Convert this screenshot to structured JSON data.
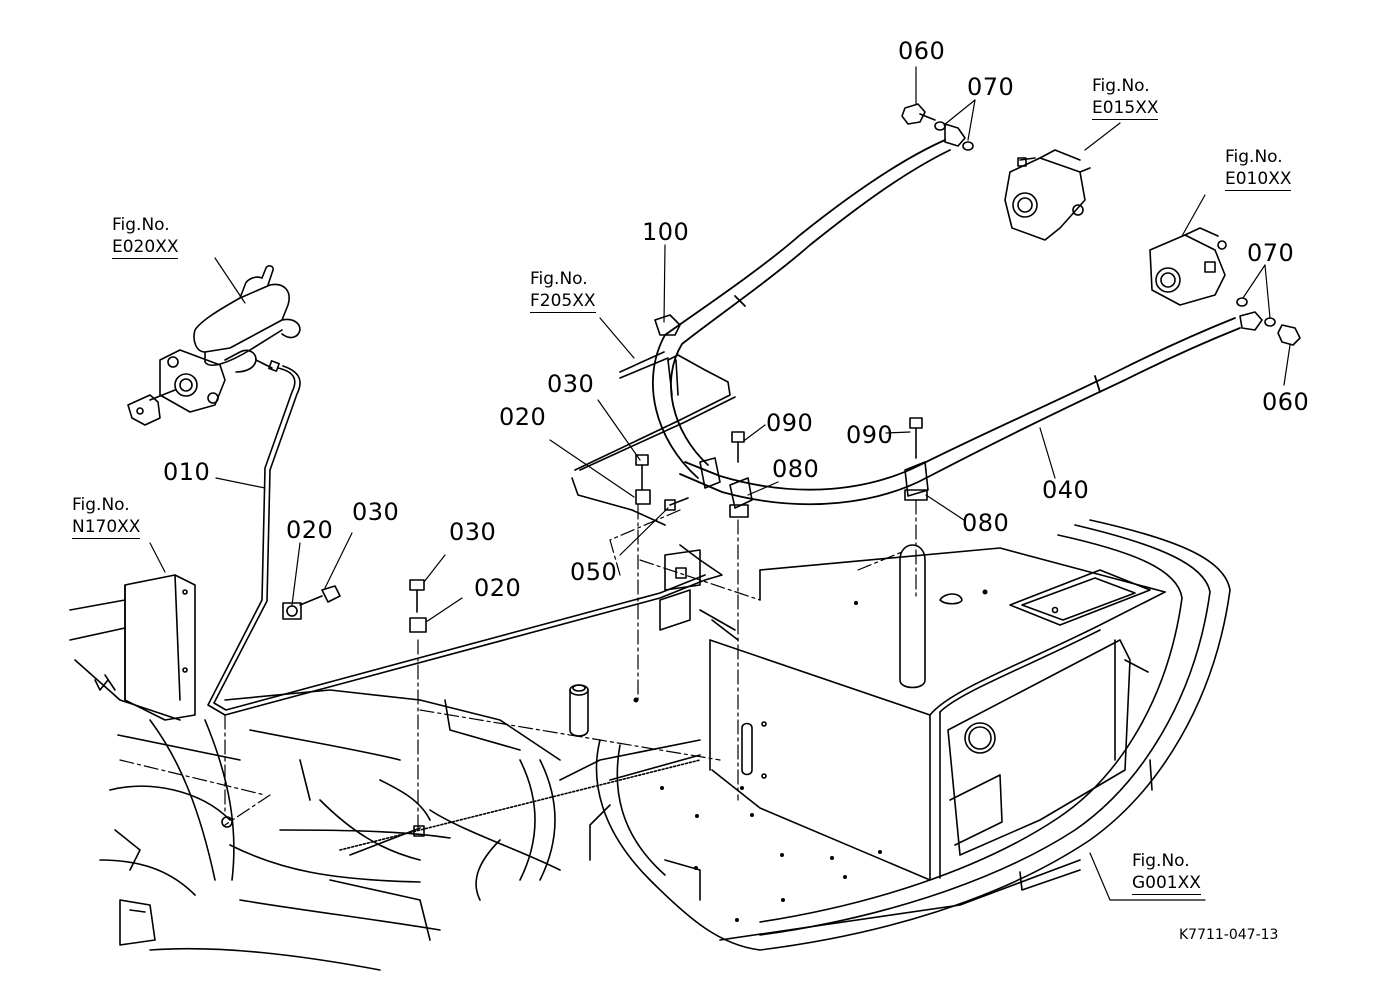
{
  "figure_refs": [
    {
      "id": "E020",
      "line1": "Fig.No.",
      "line2": "E020XX"
    },
    {
      "id": "F205",
      "line1": "Fig.No.",
      "line2": "F205XX"
    },
    {
      "id": "N170",
      "line1": "Fig.No.",
      "line2": "N170XX"
    },
    {
      "id": "E015",
      "line1": "Fig.No.",
      "line2": "E015XX"
    },
    {
      "id": "E010",
      "line1": "Fig.No.",
      "line2": "E010XX"
    },
    {
      "id": "G001",
      "line1": "Fig.No.",
      "line2": "G001XX"
    }
  ],
  "parts": [
    {
      "id": "p010",
      "text": "010"
    },
    {
      "id": "p020a",
      "text": "020"
    },
    {
      "id": "p030a",
      "text": "030"
    },
    {
      "id": "p030b",
      "text": "030"
    },
    {
      "id": "p020b",
      "text": "020"
    },
    {
      "id": "p020c",
      "text": "020"
    },
    {
      "id": "p030c",
      "text": "030"
    },
    {
      "id": "p050",
      "text": "050"
    },
    {
      "id": "p090a",
      "text": "090"
    },
    {
      "id": "p080a",
      "text": "080"
    },
    {
      "id": "p090b",
      "text": "090"
    },
    {
      "id": "p080b",
      "text": "080"
    },
    {
      "id": "p040",
      "text": "040"
    },
    {
      "id": "p100",
      "text": "100"
    },
    {
      "id": "p060a",
      "text": "060"
    },
    {
      "id": "p070a",
      "text": "070"
    },
    {
      "id": "p070b",
      "text": "070"
    },
    {
      "id": "p060b",
      "text": "060"
    }
  ],
  "diagram_code": "K7711-047-13",
  "colors": {
    "ink": "#000000",
    "paper": "#ffffff"
  }
}
